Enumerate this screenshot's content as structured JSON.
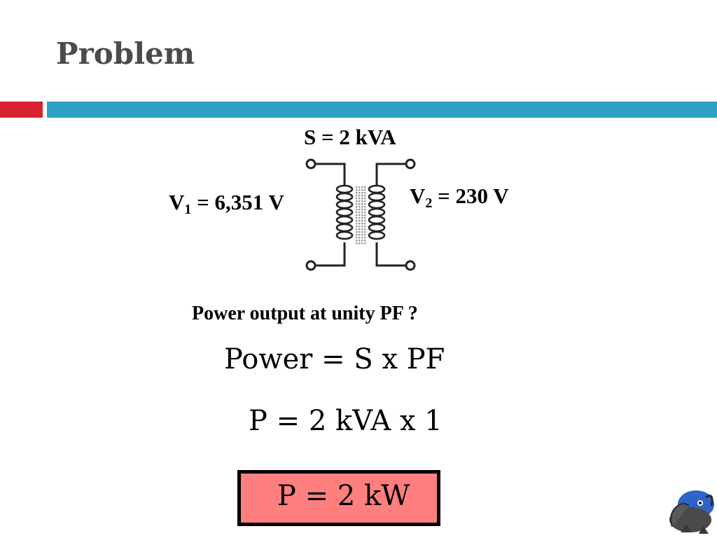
{
  "slide": {
    "title": "Problem",
    "accent_colors": {
      "red_bar": "#d9222f",
      "teal_bar": "#2ea1c2",
      "result_fill": "#ff7f7f"
    }
  },
  "diagram": {
    "apparent_power_label": "S = 2 kVA",
    "primary": {
      "symbol": "V",
      "subscript": "1",
      "value": " = 6,351 V"
    },
    "secondary": {
      "symbol": "V",
      "subscript": "2",
      "value": " = 230 V"
    },
    "icon": "transformer-icon"
  },
  "solution": {
    "question": "Power output at unity PF ?",
    "formula": "Power = S x  PF",
    "substitution": "P = 2 kVA x 1",
    "result": "P = 2 kW"
  },
  "decoration": {
    "icon": "mascot-icon"
  }
}
